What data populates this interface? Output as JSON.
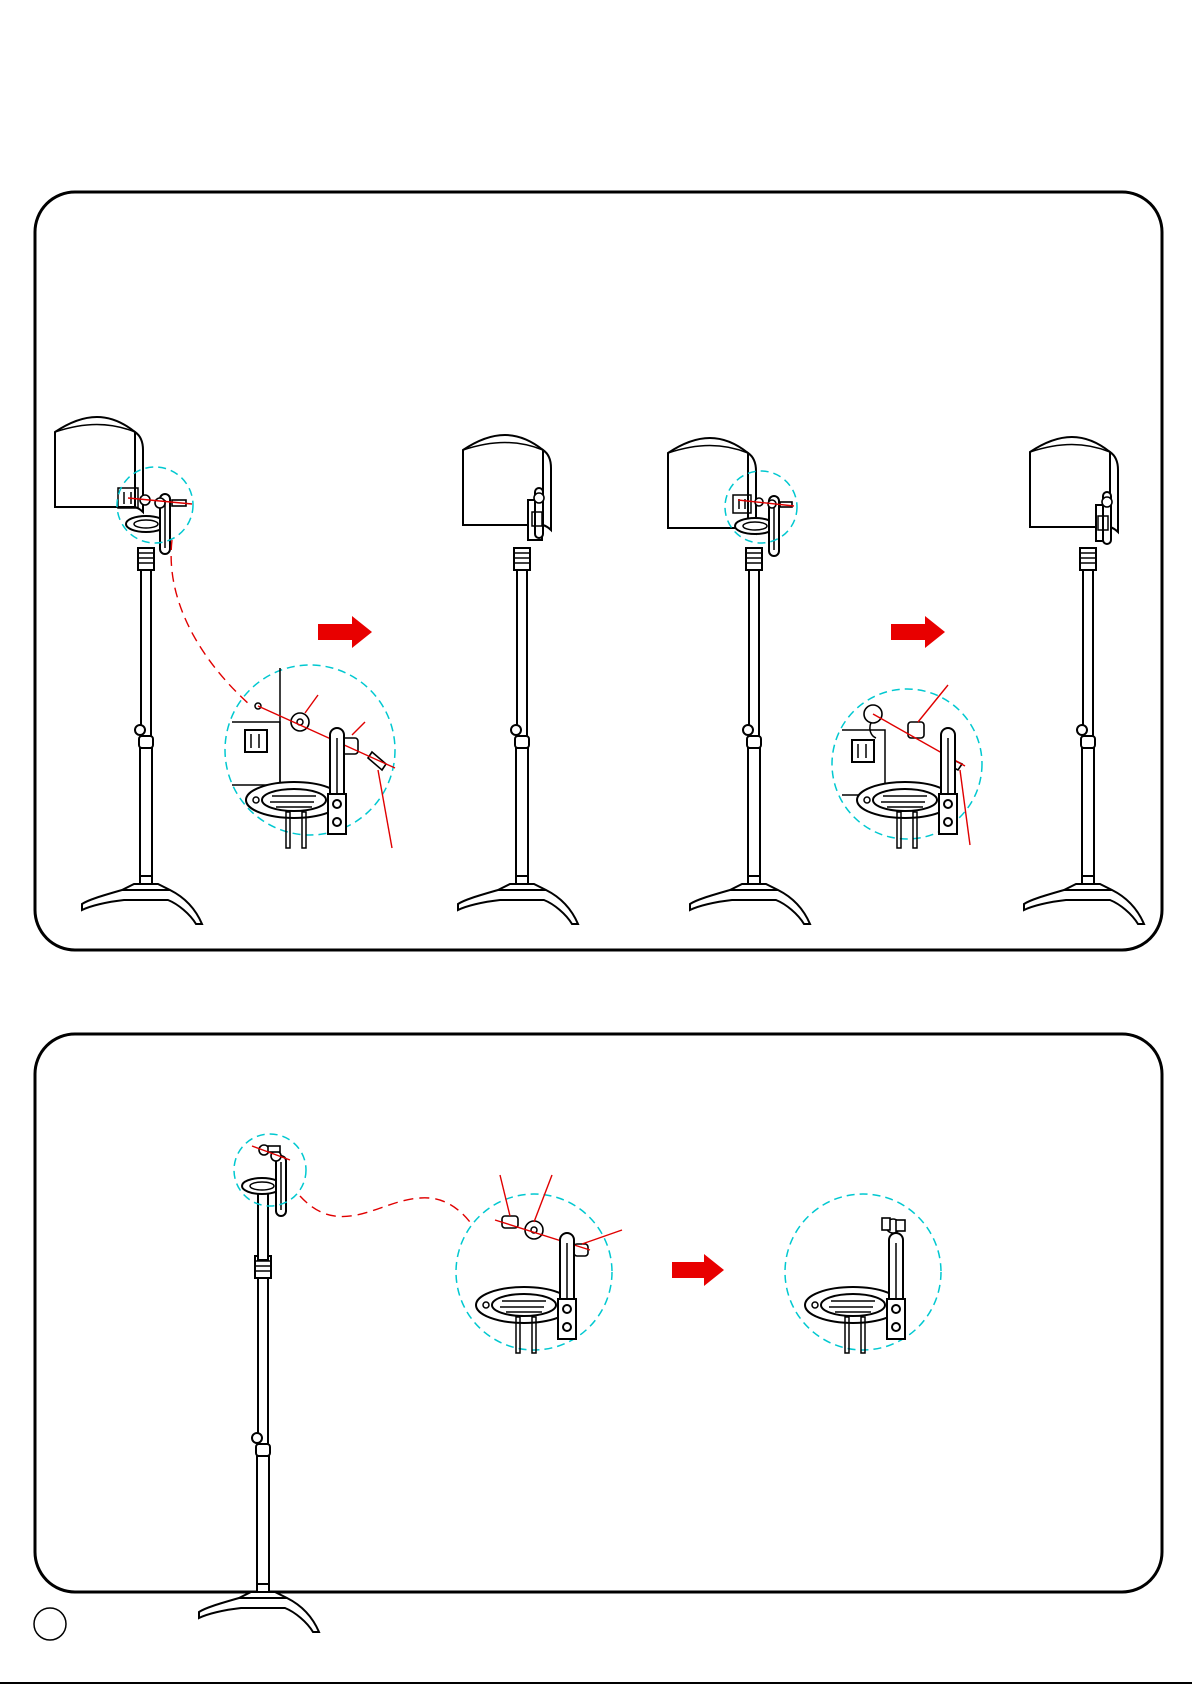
{
  "diagram": {
    "panels": [
      {
        "name": "panel-speaker-mount",
        "steps": [
          "stand-with-speaker-exploded",
          "stand-with-speaker-assembled",
          "stand-with-speaker-exploded-alt",
          "stand-with-speaker-assembled-alt"
        ]
      },
      {
        "name": "panel-bracket-assembly",
        "steps": [
          "stand-with-bracket-exploded",
          "bracket-assembled"
        ]
      }
    ],
    "colors": {
      "outline": "#000000",
      "callout_circle": "#00c8d0",
      "leader_line": "#e00000",
      "arrow": "#e80000"
    },
    "page_number_text": ""
  }
}
